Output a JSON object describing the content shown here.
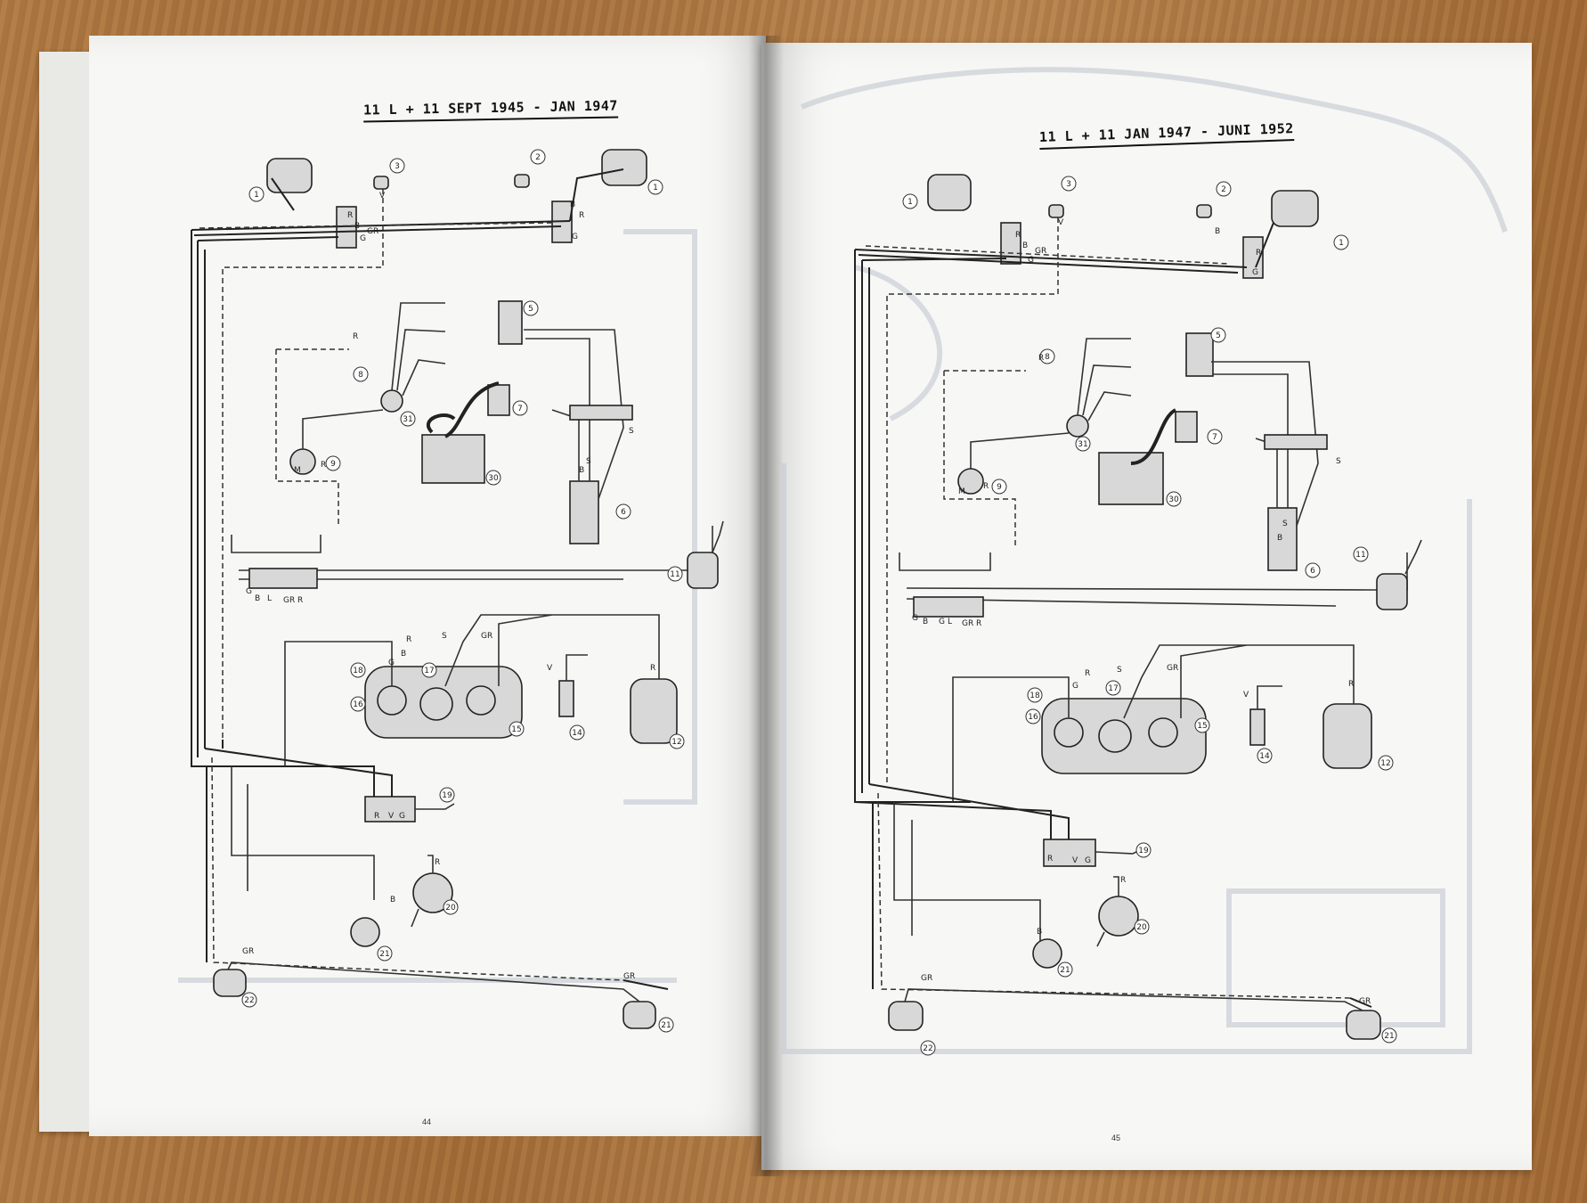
{
  "left_page": {
    "title": "11 L + 11  SEPT 1945 - JAN 1947",
    "page_number": "44"
  },
  "right_page": {
    "title": "11 L + 11  JAN 1947 - JUNI 1952",
    "page_number": "45"
  },
  "callout_numbers": [
    "1",
    "2",
    "3",
    "5",
    "6",
    "7",
    "8",
    "9",
    "11",
    "12",
    "14",
    "15",
    "16",
    "17",
    "18",
    "19",
    "20",
    "21",
    "22",
    "30",
    "31"
  ],
  "wire_labels": [
    "R",
    "B",
    "G",
    "L",
    "V",
    "S",
    "GR",
    "M"
  ],
  "colors": {
    "page": "#f7f7f5",
    "ink": "#222222",
    "ghost": "#c9ced6",
    "wood": "#a9713a"
  }
}
